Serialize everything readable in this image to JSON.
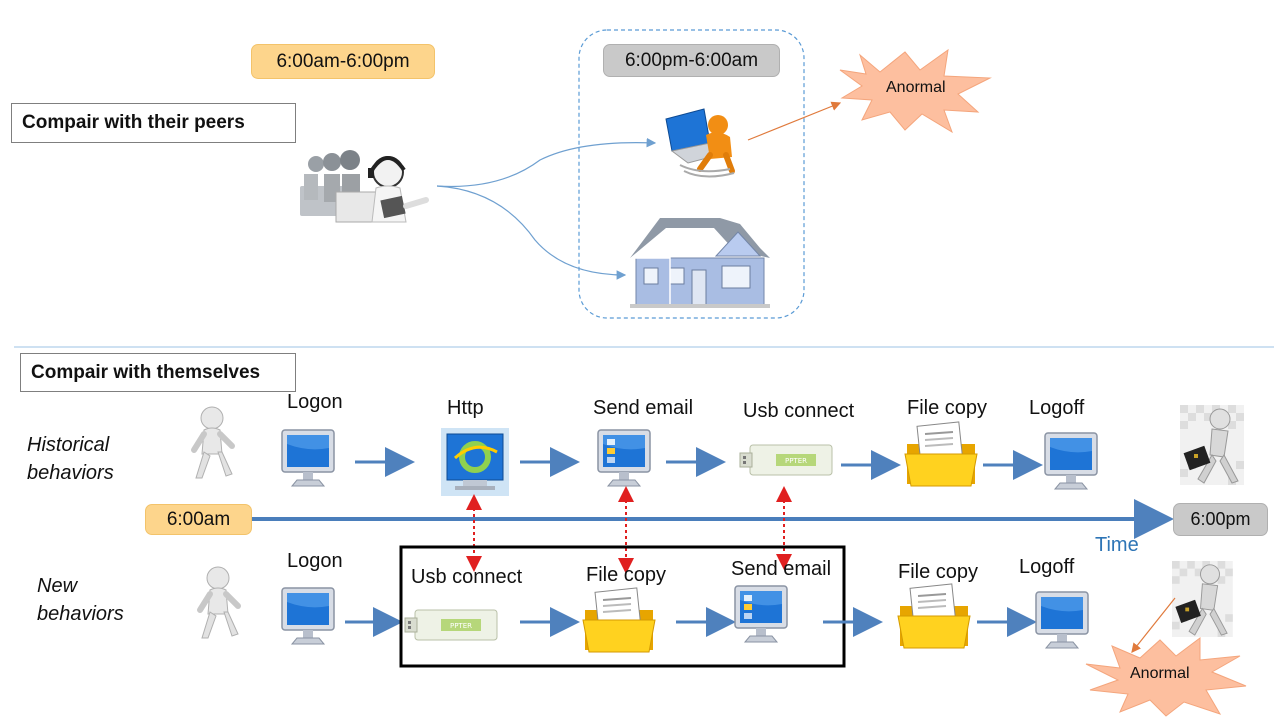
{
  "top": {
    "peers_label": "Compair with their peers",
    "day_time": "6:00am-6:00pm",
    "night_time": "6:00pm-6:00am",
    "anomaly": "Anormal"
  },
  "bottom": {
    "self_label": "Compair with themselves",
    "historical_label": "Historical behaviors",
    "new_label": "New behaviors",
    "start_time": "6:00am",
    "end_time": "6:00pm",
    "time_label": "Time",
    "anomaly": "Anormal",
    "historical_steps": [
      "Logon",
      "Http",
      "Send email",
      "Usb connect",
      "File copy",
      "Logoff"
    ],
    "new_steps": [
      "Logon",
      "Usb connect",
      "File copy",
      "Send email",
      "File copy",
      "Logoff"
    ]
  },
  "colors": {
    "arrow_blue": "#4f81bd",
    "timeline_blue": "#4a7ebb",
    "dashed_red": "#e02020",
    "time_text": "#2e75b6",
    "burst": "#fdbf9f"
  },
  "icons": [
    "call-center-icon",
    "laptop-worker-icon",
    "house-icon",
    "monitor-icon",
    "browser-icon",
    "usb-drive-icon",
    "folder-icon",
    "walking-person-icon",
    "briefcase-person-icon"
  ]
}
